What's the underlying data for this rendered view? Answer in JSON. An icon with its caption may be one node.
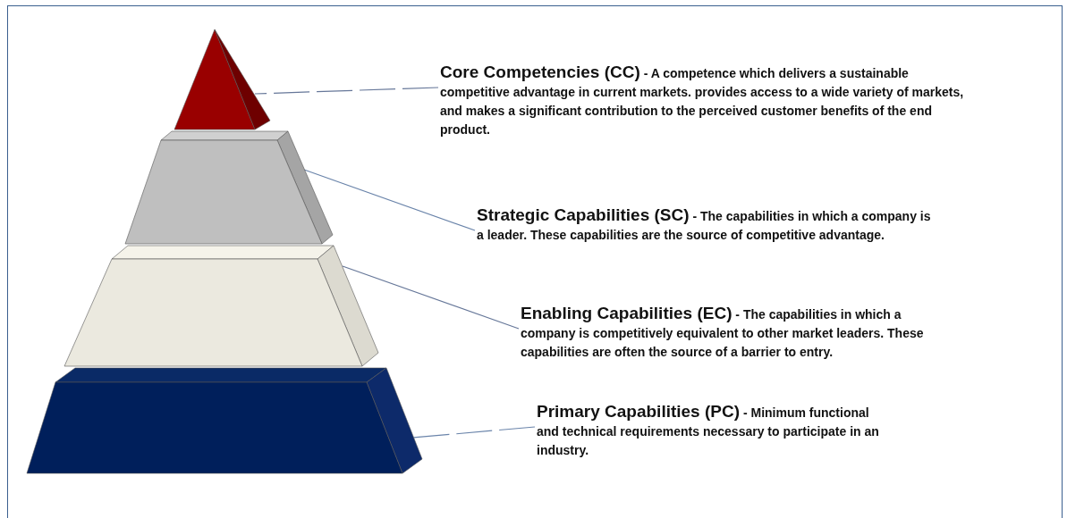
{
  "diagram": {
    "nodes": [
      {
        "text": [],
        "shape": "pyramid"
      },
      {
        "text": [],
        "shape": "trapezoid"
      },
      {
        "text": [],
        "shape": "trapezoid"
      },
      {
        "text": [],
        "shape": "trapezoid"
      },
      {
        "text": [
          "**Core Competencies (CC)** - A competence which delivers a sustainable competitive advantage in current markets. provides access to a wide variety of markets, and makes a significant contribution to the perceived customer benefits of the end product."
        ]
      },
      {
        "text": [
          "**Strategic Capabilities (SC)** - The capabilities in which a company is a leader.  These capabilities are the source of competitive advantage."
        ]
      },
      {
        "text": [
          "**Enabling Capabilities (EC)** - The capabilities in which a company is competitively equivalent to other market leaders.  These capabilities are often the source of a barrier to entry."
        ]
      },
      {
        "text": [
          "**Primary Capabilities (PC)** - Minimum functional and technical requirements necessary to participate in an industry."
        ]
      }
    ],
    "edges": [
      {
        "from": 4,
        "to": 0,
        "arrow": "none",
        "style": "dashed"
      },
      {
        "from": 5,
        "to": 1,
        "arrow": "none"
      },
      {
        "from": 6,
        "to": 2,
        "arrow": "none"
      },
      {
        "from": 7,
        "to": 3,
        "arrow": "none",
        "style": "dashed"
      }
    ]
  }
}
